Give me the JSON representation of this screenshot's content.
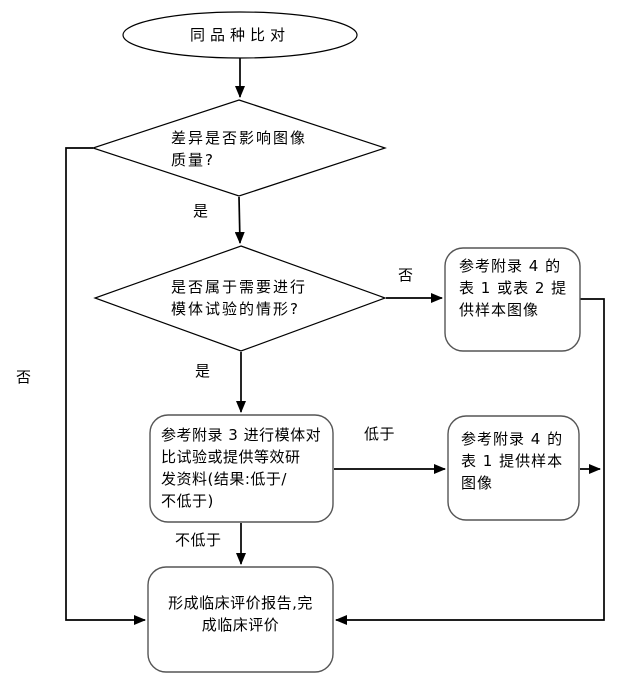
{
  "diagram": {
    "type": "flowchart",
    "language": "zh-CN",
    "colors": {
      "background": "#ffffff",
      "connector_stroke": "#000000",
      "process_box_stroke": "#555555"
    },
    "nodes": {
      "start": {
        "shape": "ellipse",
        "text": "同品种比对"
      },
      "decision1": {
        "shape": "diamond",
        "text": "差异是否影响图像\n质量?"
      },
      "decision2": {
        "shape": "diamond",
        "text": "是否属于需要进行\n模体试验的情形?"
      },
      "process_appendix4_t1t2": {
        "shape": "rounded-rect",
        "text": "参考附录 4 的\n表 1 或表 2 提\n供样本图像"
      },
      "process_appendix3": {
        "shape": "rounded-rect",
        "text": "参考附录 3 进行模体对\n比试验或提供等效研\n发资料(结果:低于/\n不低于)"
      },
      "process_appendix4_t1": {
        "shape": "rounded-rect",
        "text": "参考附录 4 的\n表 1 提供样本\n图像"
      },
      "end": {
        "shape": "rounded-rect",
        "text": "形成临床评价报告,完\n成临床评价"
      }
    },
    "labels": {
      "yes1": "是",
      "yes2": "是",
      "no1": "否",
      "no2": "否",
      "lower": "低于",
      "not_lower": "不低于"
    },
    "edges": [
      {
        "from": "start",
        "to": "decision1",
        "label": ""
      },
      {
        "from": "decision1",
        "to": "decision2",
        "label": "是"
      },
      {
        "from": "decision1",
        "to": "end",
        "label": "否"
      },
      {
        "from": "decision2",
        "to": "process_appendix4_t1t2",
        "label": "否"
      },
      {
        "from": "decision2",
        "to": "process_appendix3",
        "label": "是"
      },
      {
        "from": "process_appendix3",
        "to": "process_appendix4_t1",
        "label": "低于"
      },
      {
        "from": "process_appendix3",
        "to": "end",
        "label": "不低于"
      },
      {
        "from": "process_appendix4_t1t2",
        "to": "end",
        "label": ""
      },
      {
        "from": "process_appendix4_t1",
        "to": "end",
        "label": ""
      }
    ]
  }
}
